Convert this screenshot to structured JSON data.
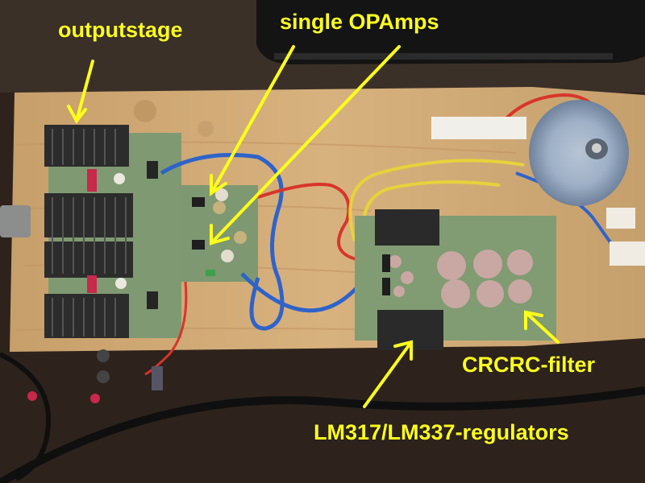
{
  "annotations": {
    "outputstage": "outputstage",
    "single_opamps": "single OPAmps",
    "crcrc_filter": "CRCRC-filter",
    "regulators": "LM317/LM337-regulators"
  },
  "colors": {
    "annotation": "#ffff1a",
    "wood": "#d2ac78",
    "pcb": "#7f9a72",
    "heatsink": "#2c2c2c",
    "wire_blue": "#2f63c9",
    "wire_red": "#d8352b",
    "wire_yellow": "#e7d23b"
  }
}
